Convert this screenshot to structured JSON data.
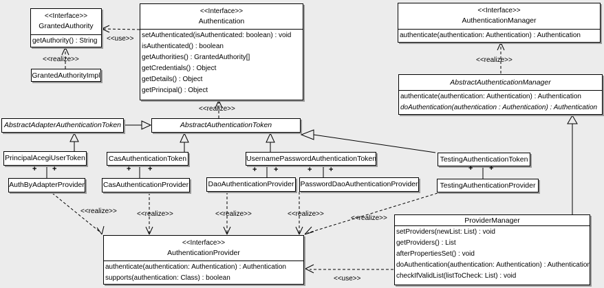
{
  "diagram": {
    "background_color": "#ececec",
    "box_fill": "#ffffff",
    "line_color": "#000000",
    "shadow_color": "#9a9a9a"
  },
  "classes": {
    "granted_authority": {
      "stereotype": "<<Interface>>",
      "name": "GrantedAuthority",
      "methods": [
        "getAuthority() : String"
      ]
    },
    "granted_authority_impl": {
      "name": "GrantedAuthorityImpl"
    },
    "authentication": {
      "stereotype": "<<Interface>>",
      "name": "Authentication",
      "methods": [
        "setAuthenticated(isAuthenticated: boolean) : void",
        "isAuthenticated() : boolean",
        "getAuthorities() : GrantedAuthority[]",
        "getCredentials() : Object",
        "getDetails() : Object",
        "getPrincipal() : Object"
      ]
    },
    "authentication_manager": {
      "stereotype": "<<Interface>>",
      "name": "AuthenticationManager",
      "methods": [
        "authenticate(authentication: Authentication) : Authentication"
      ]
    },
    "abstract_authentication_manager": {
      "name": "AbstractAuthenticationManager",
      "methods": [
        "authenticate(authentication: Authentication) : Authentication",
        "doAuthentication(authentication : Authentication) : Authentication"
      ]
    },
    "abstract_adapter_authentication_token": {
      "name": "AbstractAdapterAuthenticationToken"
    },
    "abstract_authentication_token": {
      "name": "AbstractAuthenticationToken"
    },
    "principal_acegi_user_token": {
      "name": "PrincipalAcegiUserToken"
    },
    "cas_authentication_token": {
      "name": "CasAuthenticationToken"
    },
    "username_password_authentication_token": {
      "name": "UsernamePasswordAuthenticationToken"
    },
    "testing_authentication_token": {
      "name": "TestingAuthenticationToken"
    },
    "auth_by_adapter_provider": {
      "name": "AuthByAdapterProvider"
    },
    "cas_authentication_provider": {
      "name": "CasAuthenticationProvider"
    },
    "dao_authentication_provider": {
      "name": "DaoAuthenticationProvider"
    },
    "password_dao_authentication_provider": {
      "name": "PasswordDaoAuthenticationProvider"
    },
    "testing_authentication_provider": {
      "name": "TestingAuthenticationProvider"
    },
    "authentication_provider": {
      "stereotype": "<<Interface>>",
      "name": "AuthenticationProvider",
      "methods": [
        "authenticate(authentication: Authentication) : Authentication",
        "supports(authentication: Class) : boolean"
      ]
    },
    "provider_manager": {
      "name": "ProviderManager",
      "methods": [
        "setProviders(newList: List) : void",
        "getProviders() : List",
        "afterPropertiesSet() : void",
        "doAuthentication(authentication: Authentication) : Authentication",
        "checkIfValidList(listToCheck: List) : void"
      ]
    }
  },
  "edge_labels": {
    "use_authentication_granted_authority": "<<use>>",
    "realize_granted_authority_impl": "<<realize>>",
    "realize_abstract_authentication_token": "<<realize>>",
    "realize_abstract_authentication_manager": "<<realize>>",
    "realize_auth_by_adapter_provider": "<<realize>>",
    "realize_cas_authentication_provider": "<<realize>>",
    "realize_dao_authentication_provider": "<<realize>>",
    "realize_password_dao_authentication_provider": "<<realize>>",
    "realize_testing_authentication_provider": "<<realize>>",
    "use_provider_manager": "<<use>>",
    "multiplicity": "+"
  }
}
